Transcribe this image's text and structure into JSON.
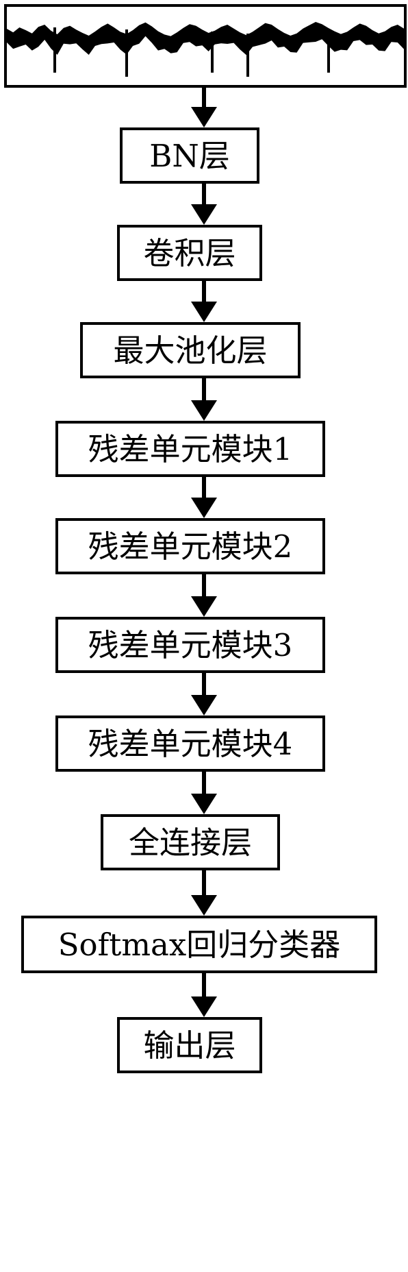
{
  "input_signal": {
    "waveform": [
      0.55,
      0.42,
      0.6,
      0.5,
      0.38,
      0.62,
      0.7,
      0.48,
      0.35,
      0.58,
      0.66,
      0.52,
      0.4,
      0.3,
      0.45,
      0.62,
      0.74,
      0.6,
      0.44,
      0.36,
      0.5,
      0.68,
      0.78,
      0.64,
      0.46,
      0.34,
      0.28,
      0.42,
      0.58,
      0.72,
      0.66,
      0.52,
      0.4,
      0.48,
      0.62,
      0.7,
      0.56,
      0.42,
      0.32,
      0.44,
      0.6,
      0.76,
      0.7,
      0.54,
      0.4,
      0.3,
      0.38,
      0.56,
      0.68,
      0.8,
      0.72,
      0.58,
      0.46,
      0.36,
      0.44,
      0.6,
      0.74,
      0.66,
      0.5,
      0.38,
      0.46,
      0.62,
      0.7,
      0.56
    ]
  },
  "steps": [
    {
      "label": "BN层"
    },
    {
      "label": "卷积层"
    },
    {
      "label": "最大池化层"
    },
    {
      "label": "残差单元模块1"
    },
    {
      "label": "残差单元模块2"
    },
    {
      "label": "残差单元模块3"
    },
    {
      "label": "残差单元模块4"
    },
    {
      "label": "全连接层"
    },
    {
      "label": "Softmax回归分类器"
    },
    {
      "label": "输出层"
    }
  ]
}
